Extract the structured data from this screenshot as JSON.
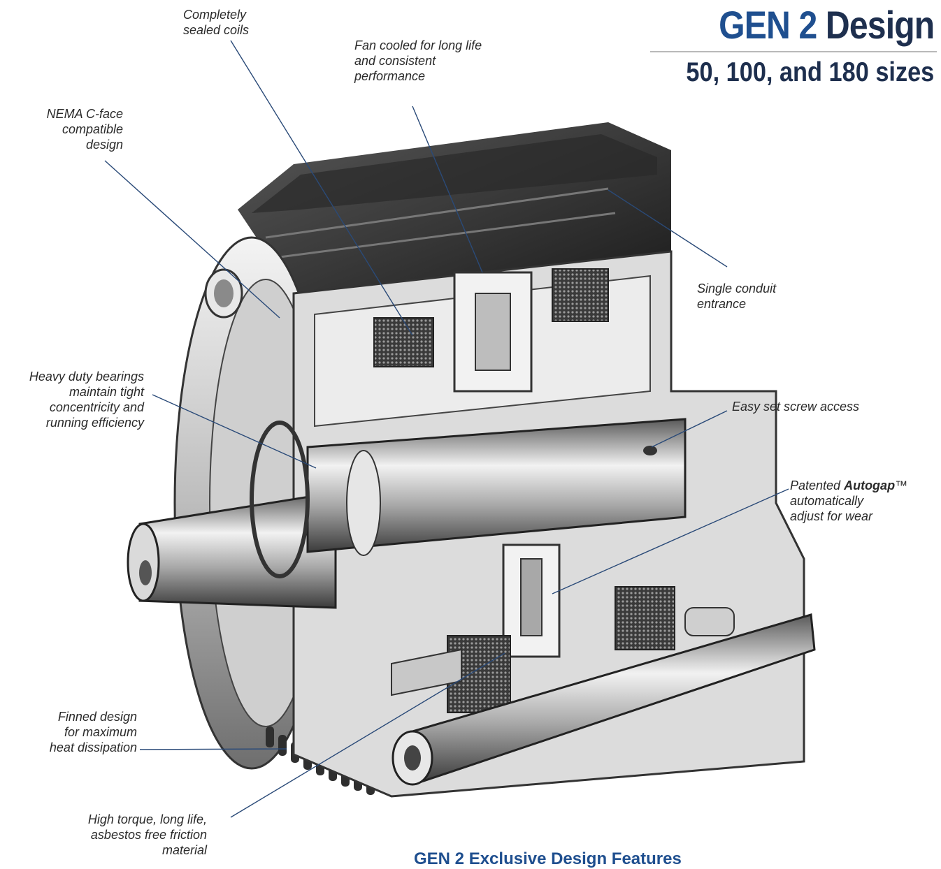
{
  "header": {
    "title_gen": "GEN 2",
    "title_design": "Design",
    "subtitle": "50, 100, and 180 sizes"
  },
  "callouts": {
    "sealed_coils": [
      "Completely",
      "sealed coils"
    ],
    "fan_cooled": [
      "Fan cooled for long life",
      "and consistent",
      "performance"
    ],
    "nema": [
      "NEMA C-face",
      "compatible",
      "design"
    ],
    "conduit": [
      "Single conduit",
      "entrance"
    ],
    "bearings": [
      "Heavy duty bearings",
      "maintain tight",
      "concentricity and",
      "running efficiency"
    ],
    "set_screw": "Easy set screw access",
    "autogap_prefix": "Patented",
    "autogap_name": "Autogap",
    "autogap_tm": "™",
    "autogap_rest": [
      "automatically",
      "adjust for wear"
    ],
    "finned": [
      "Finned design",
      "for maximum",
      "heat dissipation"
    ],
    "friction": [
      "High torque, long life,",
      "asbestos free friction",
      "material"
    ]
  },
  "footer": "GEN 2 Exclusive Design Features",
  "colors": {
    "brand_blue": "#1f4f8f",
    "navy": "#1e2f4e",
    "leader_line": "#2a4a78"
  }
}
